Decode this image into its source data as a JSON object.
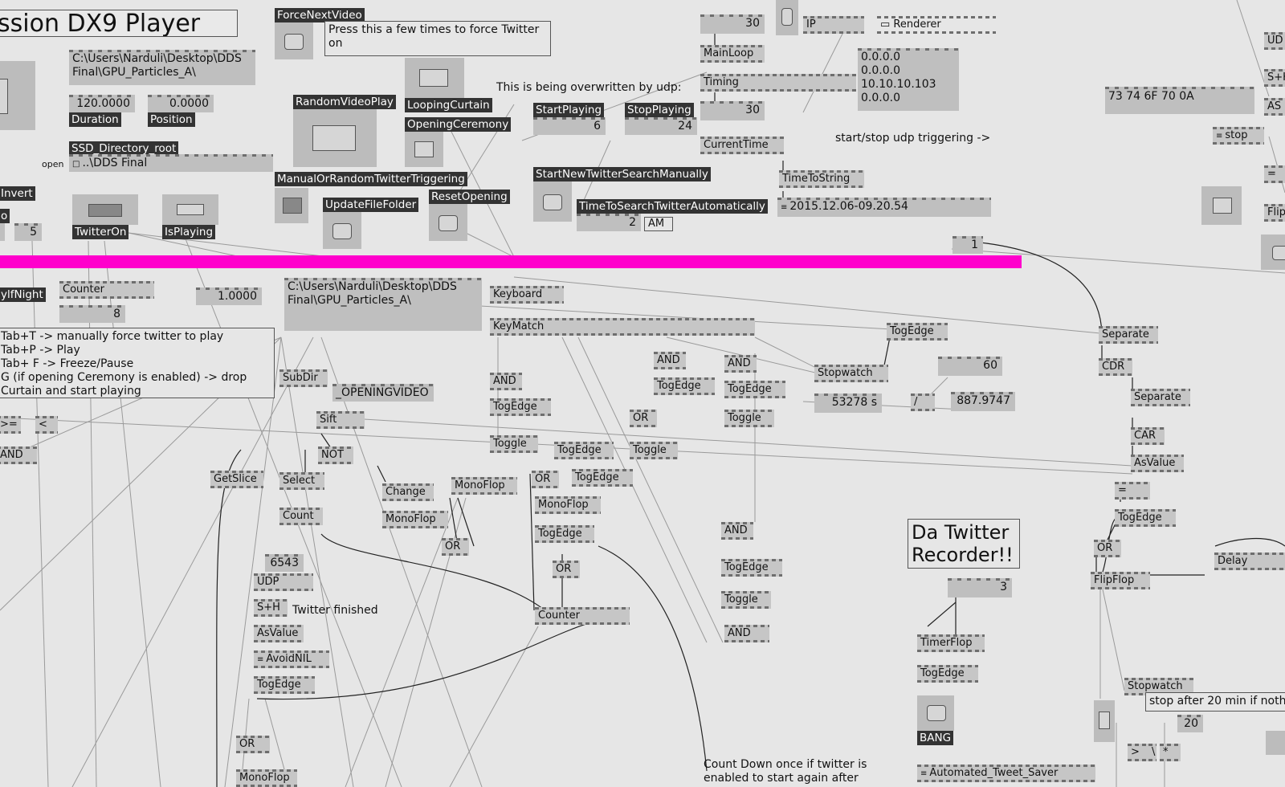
{
  "window": {
    "title": "ssion DX9 Player"
  },
  "accent_colors": {
    "highlight_bar": "#ff00cc",
    "label_bg": "#333333",
    "node_bg": "#c6c6c6"
  },
  "labels": {
    "force_next_video": "ForceNextVideo",
    "random_video_play": "RandomVideoPlay",
    "looping_curtain": "LoopingCurtain",
    "opening_ceremony": "OpeningCeremony",
    "start_playing": "StartPlaying",
    "stop_playing": "StopPlaying",
    "duration": "Duration",
    "position": "Position",
    "ssd_directory_root": "SSD_Directory_root",
    "manual_or_random": "ManualOrRandomTwitterTriggering",
    "update_file_folder": "UpdateFileFolder",
    "reset_opening": "ResetOpening",
    "start_new_twitter_search": "StartNewTwitterSearchManually",
    "time_to_search_twitter": "TimeToSearchTwitterAutomatically",
    "invert": "Invert",
    "twitter_on": "TwitterOn",
    "is_playing": "IsPlaying",
    "ylf_night": "ylfNight",
    "bang": "BANG",
    "io_o": "o",
    "io_5": "5"
  },
  "values": {
    "path1": "C:\\Users\\Narduli\\Desktop\\DDS\nFinal\\GPU_Particles_A\\",
    "duration": "120.0000",
    "position": "0.0000",
    "dds_final": "..\\DDS Final",
    "open": "open",
    "start_playing": "6",
    "stop_playing": "24",
    "main_loop_in": "30",
    "timing_out": "30",
    "ip_list": "0.0.0.0\n0.0.0.0\n10.10.10.103\n0.0.0.0",
    "hex": "73 74 6F 70 0A",
    "stop": "stop",
    "time_string": "2015.12.06-09.20.54",
    "time_to_search": "2",
    "am": "AM",
    "one": "1",
    "counter_out": "8",
    "one_float": "1.0000",
    "path2": "C:\\Users\\Narduli\\Desktop\\DDS\nFinal\\GPU_Particles_A\\",
    "opening_video": "_OPENINGVIDEO",
    "stopwatch_out": "53278 s",
    "sixty": "60",
    "div_out": "887.9747",
    "udp_port": "6543",
    "timer_in": "3",
    "twenty": "20",
    "five": "5"
  },
  "nodes": {
    "main_loop": "MainLoop",
    "timing": "Timing",
    "current_time": "CurrentTime",
    "time_to_string": "TimeToString",
    "ip": "IP",
    "renderer": "Renderer",
    "counter_top": "Counter",
    "keyboard": "Keyboard",
    "key_match": "KeyMatch",
    "sub_dir": "SubDir",
    "sift": "Sift",
    "not": "NOT",
    "get_slice": "GetSlice",
    "select": "Select",
    "count": "Count",
    "change": "Change",
    "monoflop": "MonoFlop",
    "or": "OR",
    "and": "AND",
    "tog_edge": "TogEdge",
    "toggle": "Toggle",
    "stopwatch": "Stopwatch",
    "divide": "/",
    "separate": "Separate",
    "cdr": "CDR",
    "car": "CAR",
    "as_value": "AsValue",
    "equals": "=",
    "flip_flop": "FlipFlop",
    "delay": "Delay",
    "counter_bottom": "Counter",
    "udp": "UDP",
    "s_h": "S+H",
    "avoid_nil": "AvoidNIL",
    "timer_flop": "TimerFlop",
    "automated_tweet_saver": "Automated_Tweet_Saver",
    "gte": ">=",
    "lt": "<",
    "gt": ">",
    "times": "*",
    "bslash": "\\",
    "ud": "UD",
    "sh_right": "S+H",
    "as_right": "AS",
    "flip_right": "Flip"
  },
  "comments": {
    "force_twitter": "Press this a few times to force Twitter\non",
    "overwritten": "This is being overwritten by udp:",
    "start_stop_udp": "start/stop udp triggering ->",
    "shortcuts": "Tab+T -> manually force twitter to play\nTab+P -> Play\nTab+ F -> Freeze/Pause\nG (if opening Ceremony is enabled) -> drop\nCurtain and start playing",
    "twitter_finished": "Twitter finished",
    "da_twitter": "Da Twitter\nRecorder!!",
    "stop_after": "stop after 20 min if nothi",
    "count_down": "Count Down once if twitter is\nenabled to start again after"
  }
}
